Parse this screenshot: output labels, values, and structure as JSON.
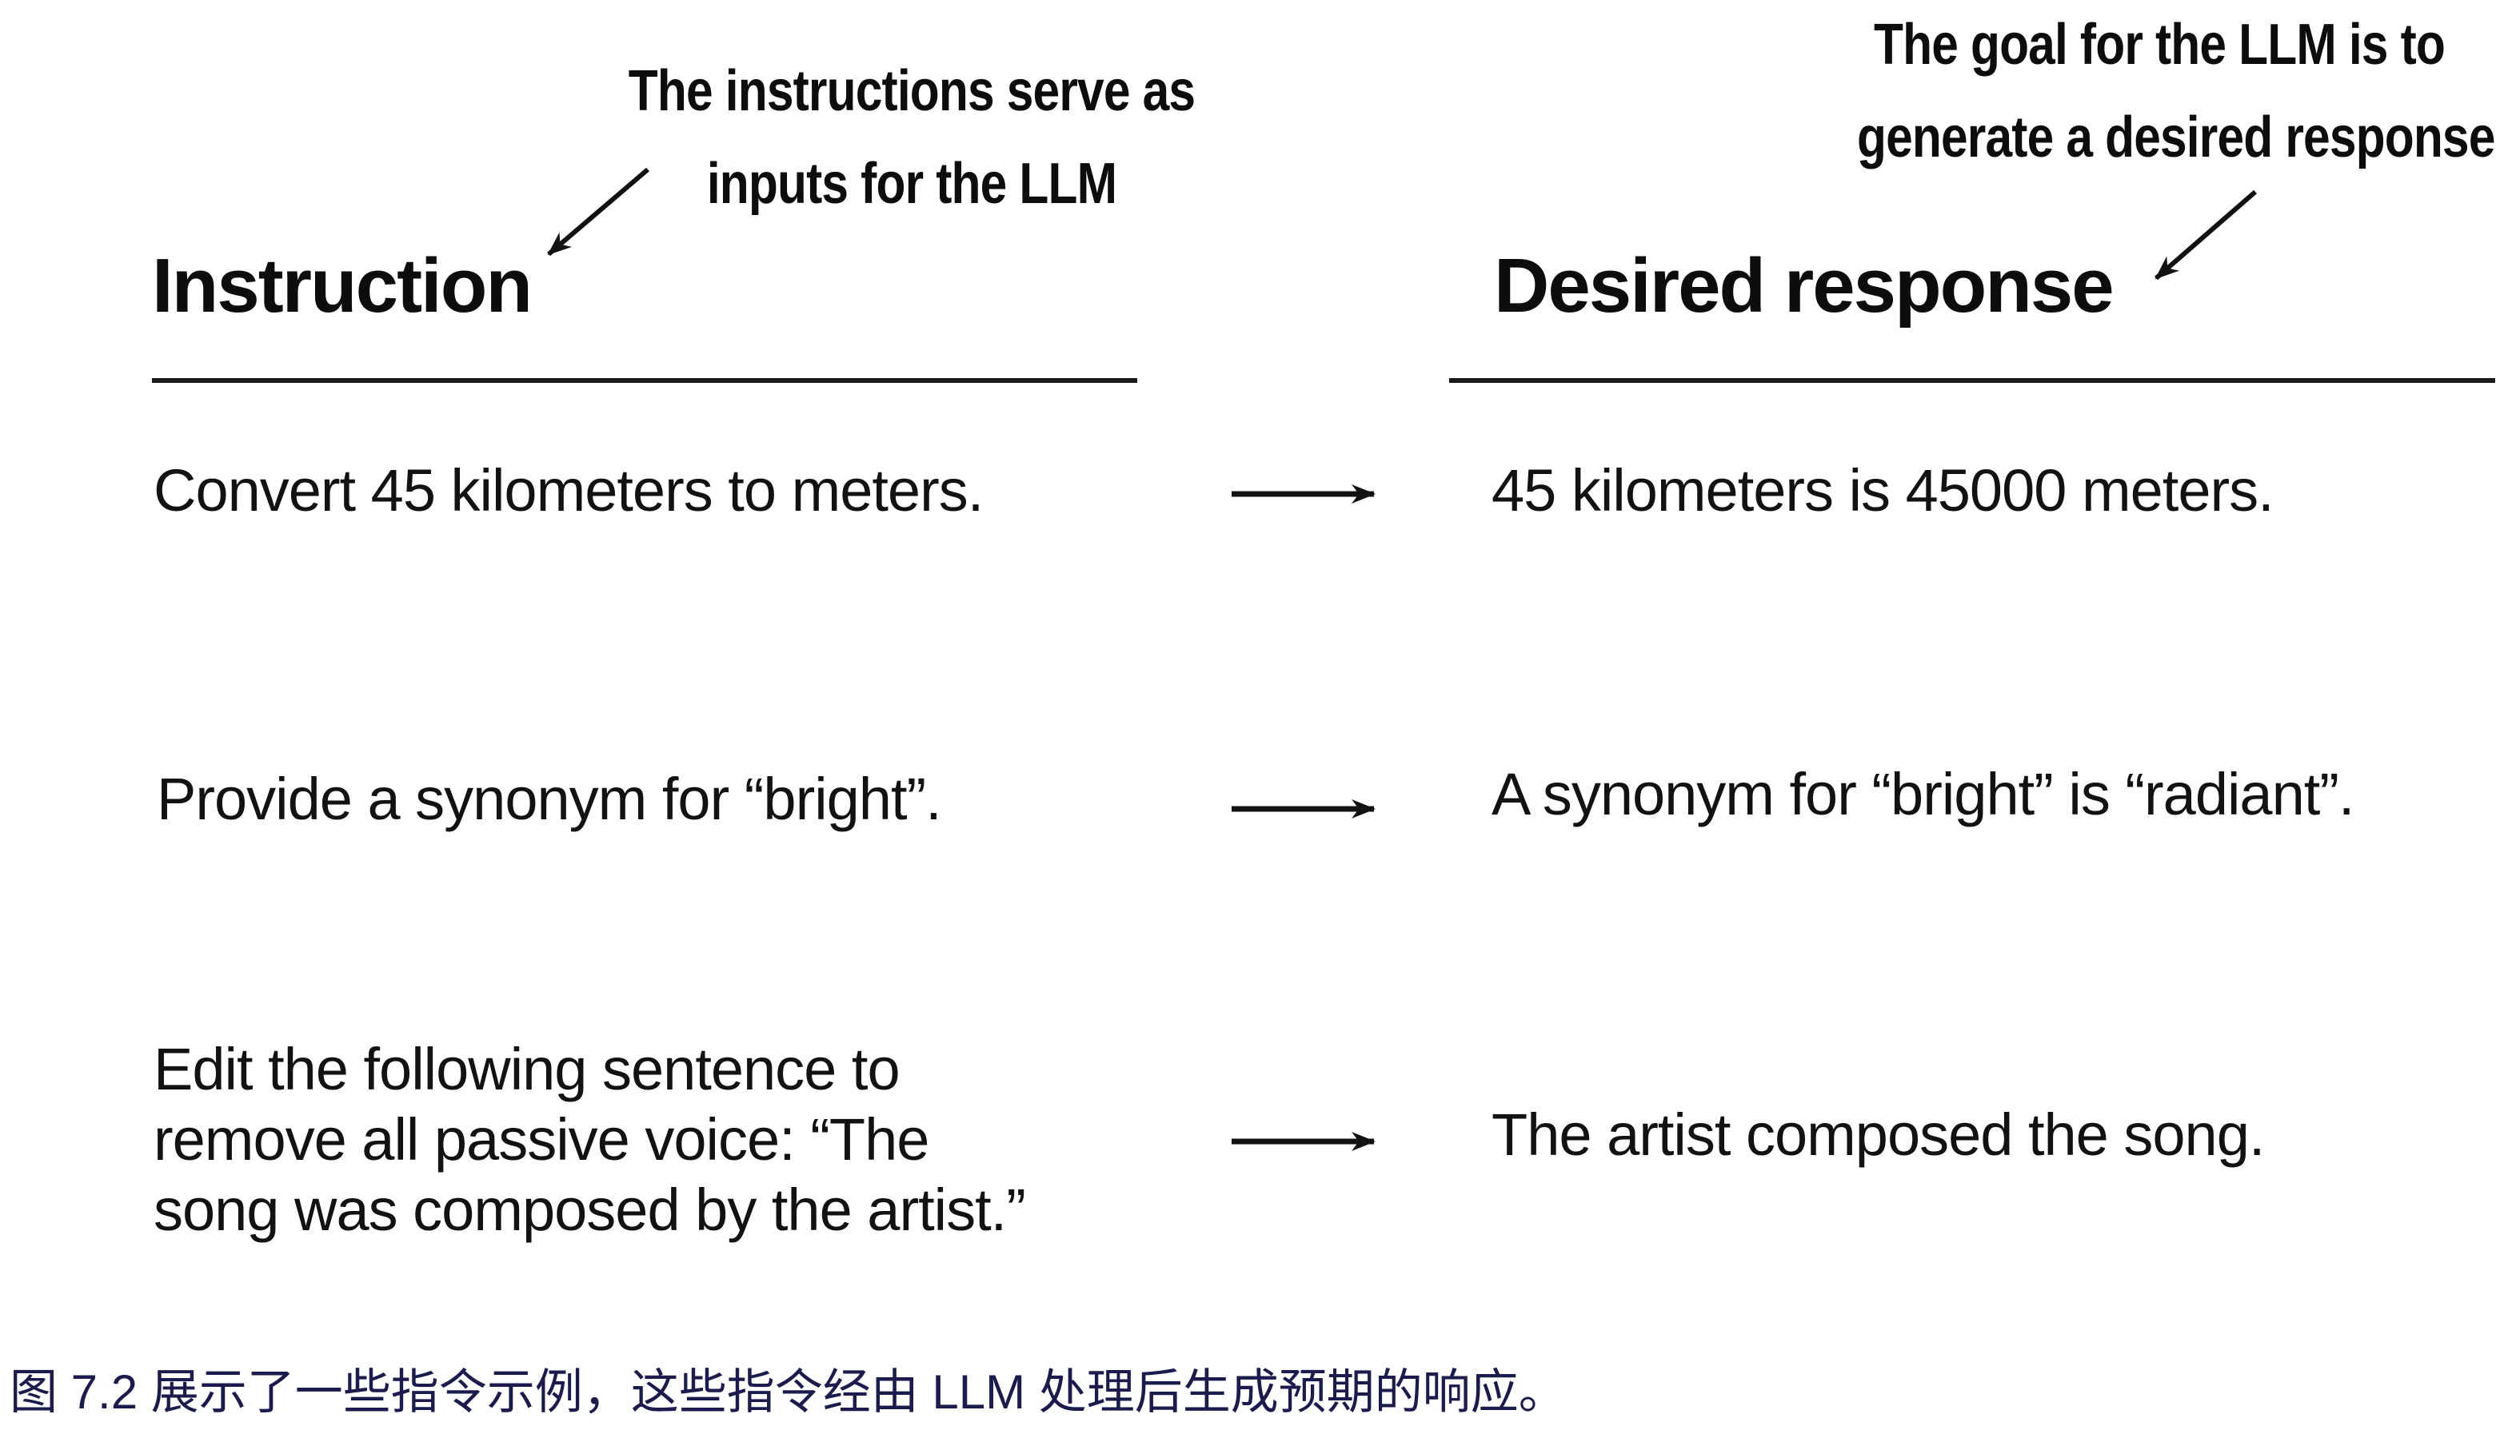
{
  "figure": {
    "background_color": "#ffffff",
    "text_color": "#121212",
    "annotation_left": {
      "line1": "The instructions serve as",
      "line2": "inputs for the LLM"
    },
    "annotation_right": {
      "line1": "The goal for the LLM is to",
      "line2": "generate a desired response"
    },
    "columns": {
      "instruction_header": "Instruction",
      "response_header": "Desired response"
    },
    "rows": [
      {
        "instruction": "Convert 45 kilometers to meters.",
        "response": "45 kilometers is 45000 meters."
      },
      {
        "instruction": "Provide a synonym for “bright”.",
        "response": "A synonym for “bright” is “radiant”."
      },
      {
        "instruction": "Edit the following sentence to\nremove all passive voice: “The\nsong was composed by the artist.”",
        "response": "The artist composed the song."
      }
    ],
    "caption": {
      "label": "图 7.2",
      "text": "图 7.2 展示了一些指令示例，这些指令经由 LLM 处理后生成预期的响应。",
      "color": "#1b1b4e"
    }
  }
}
